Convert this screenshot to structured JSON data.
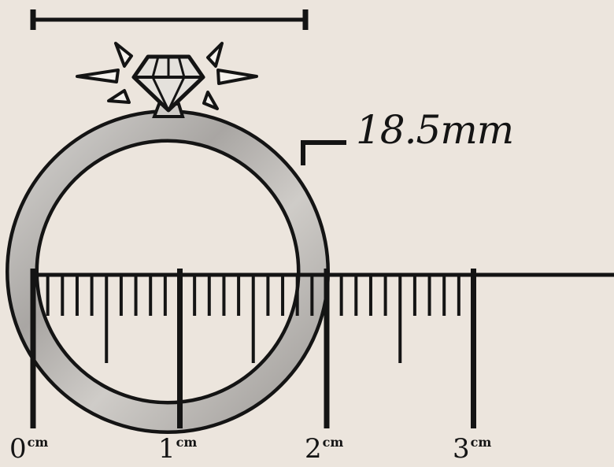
{
  "measurement": {
    "diameter_label": "18.5mm"
  },
  "ruler": {
    "unit": "cm",
    "labels": [
      {
        "number": "0",
        "unit": "cm"
      },
      {
        "number": "1",
        "unit": "cm"
      },
      {
        "number": "2",
        "unit": "cm"
      },
      {
        "number": "3",
        "unit": "cm"
      }
    ]
  },
  "colors": {
    "background": "#ece5dd",
    "ink": "#141414",
    "ring_metal": "#b9b6b3",
    "diamond": "#e4e1dc"
  },
  "icons": [
    "diamond-icon",
    "sparkle-icon",
    "ring-icon"
  ]
}
